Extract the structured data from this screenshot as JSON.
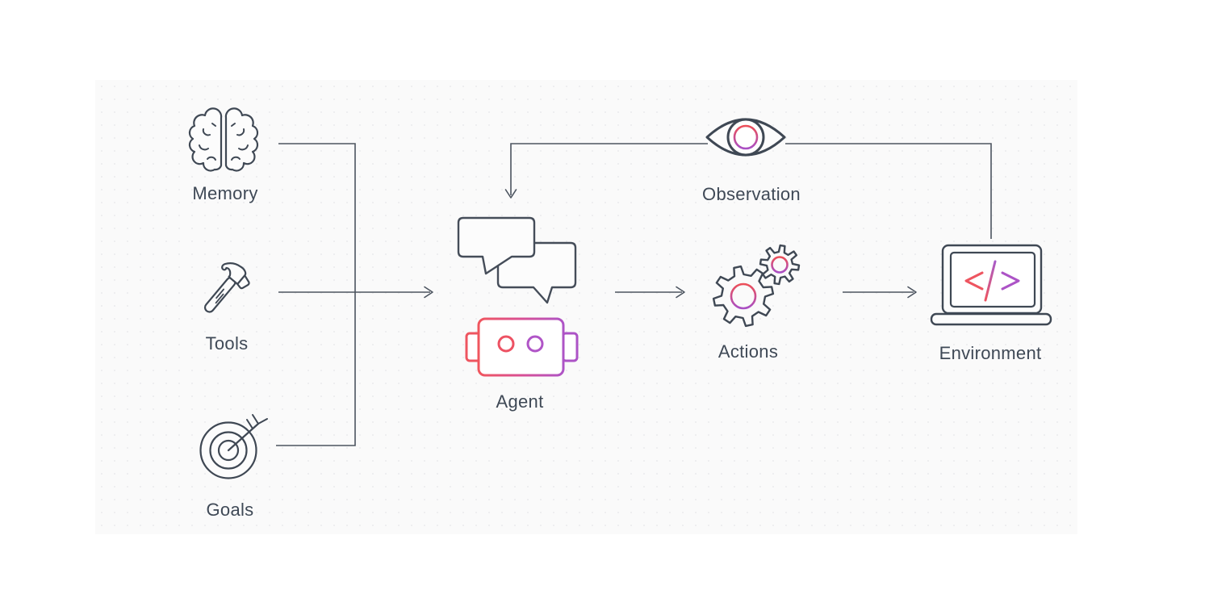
{
  "diagram": {
    "background": {
      "page": "#ffffff",
      "panel": "#fafafa"
    },
    "palette": {
      "ink": "#3f4854",
      "line": "#4c545f",
      "text": "#3f4956",
      "accent_red": "#ee5560",
      "accent_purple": "#ac53c6"
    },
    "nodes": {
      "memory": {
        "label": "Memory",
        "icon": "brain-icon"
      },
      "tools": {
        "label": "Tools",
        "icon": "hammer-icon"
      },
      "goals": {
        "label": "Goals",
        "icon": "target-arrow-icon"
      },
      "agent": {
        "label": "Agent",
        "icon": "chat-bubbles-robot-icon"
      },
      "observation": {
        "label": "Observation",
        "icon": "eye-icon"
      },
      "actions": {
        "label": "Actions",
        "icon": "gears-icon"
      },
      "environment": {
        "label": "Environment",
        "icon": "laptop-code-icon"
      }
    },
    "edges": [
      {
        "from": "memory",
        "to": "agent",
        "style": "elbow-join"
      },
      {
        "from": "tools",
        "to": "agent",
        "style": "arrow"
      },
      {
        "from": "goals",
        "to": "agent",
        "style": "elbow-join"
      },
      {
        "from": "agent",
        "to": "actions",
        "style": "arrow"
      },
      {
        "from": "actions",
        "to": "environment",
        "style": "arrow"
      },
      {
        "from": "environment",
        "to": "observation",
        "style": "elbow"
      },
      {
        "from": "observation",
        "to": "agent",
        "style": "elbow-arrow"
      }
    ]
  }
}
